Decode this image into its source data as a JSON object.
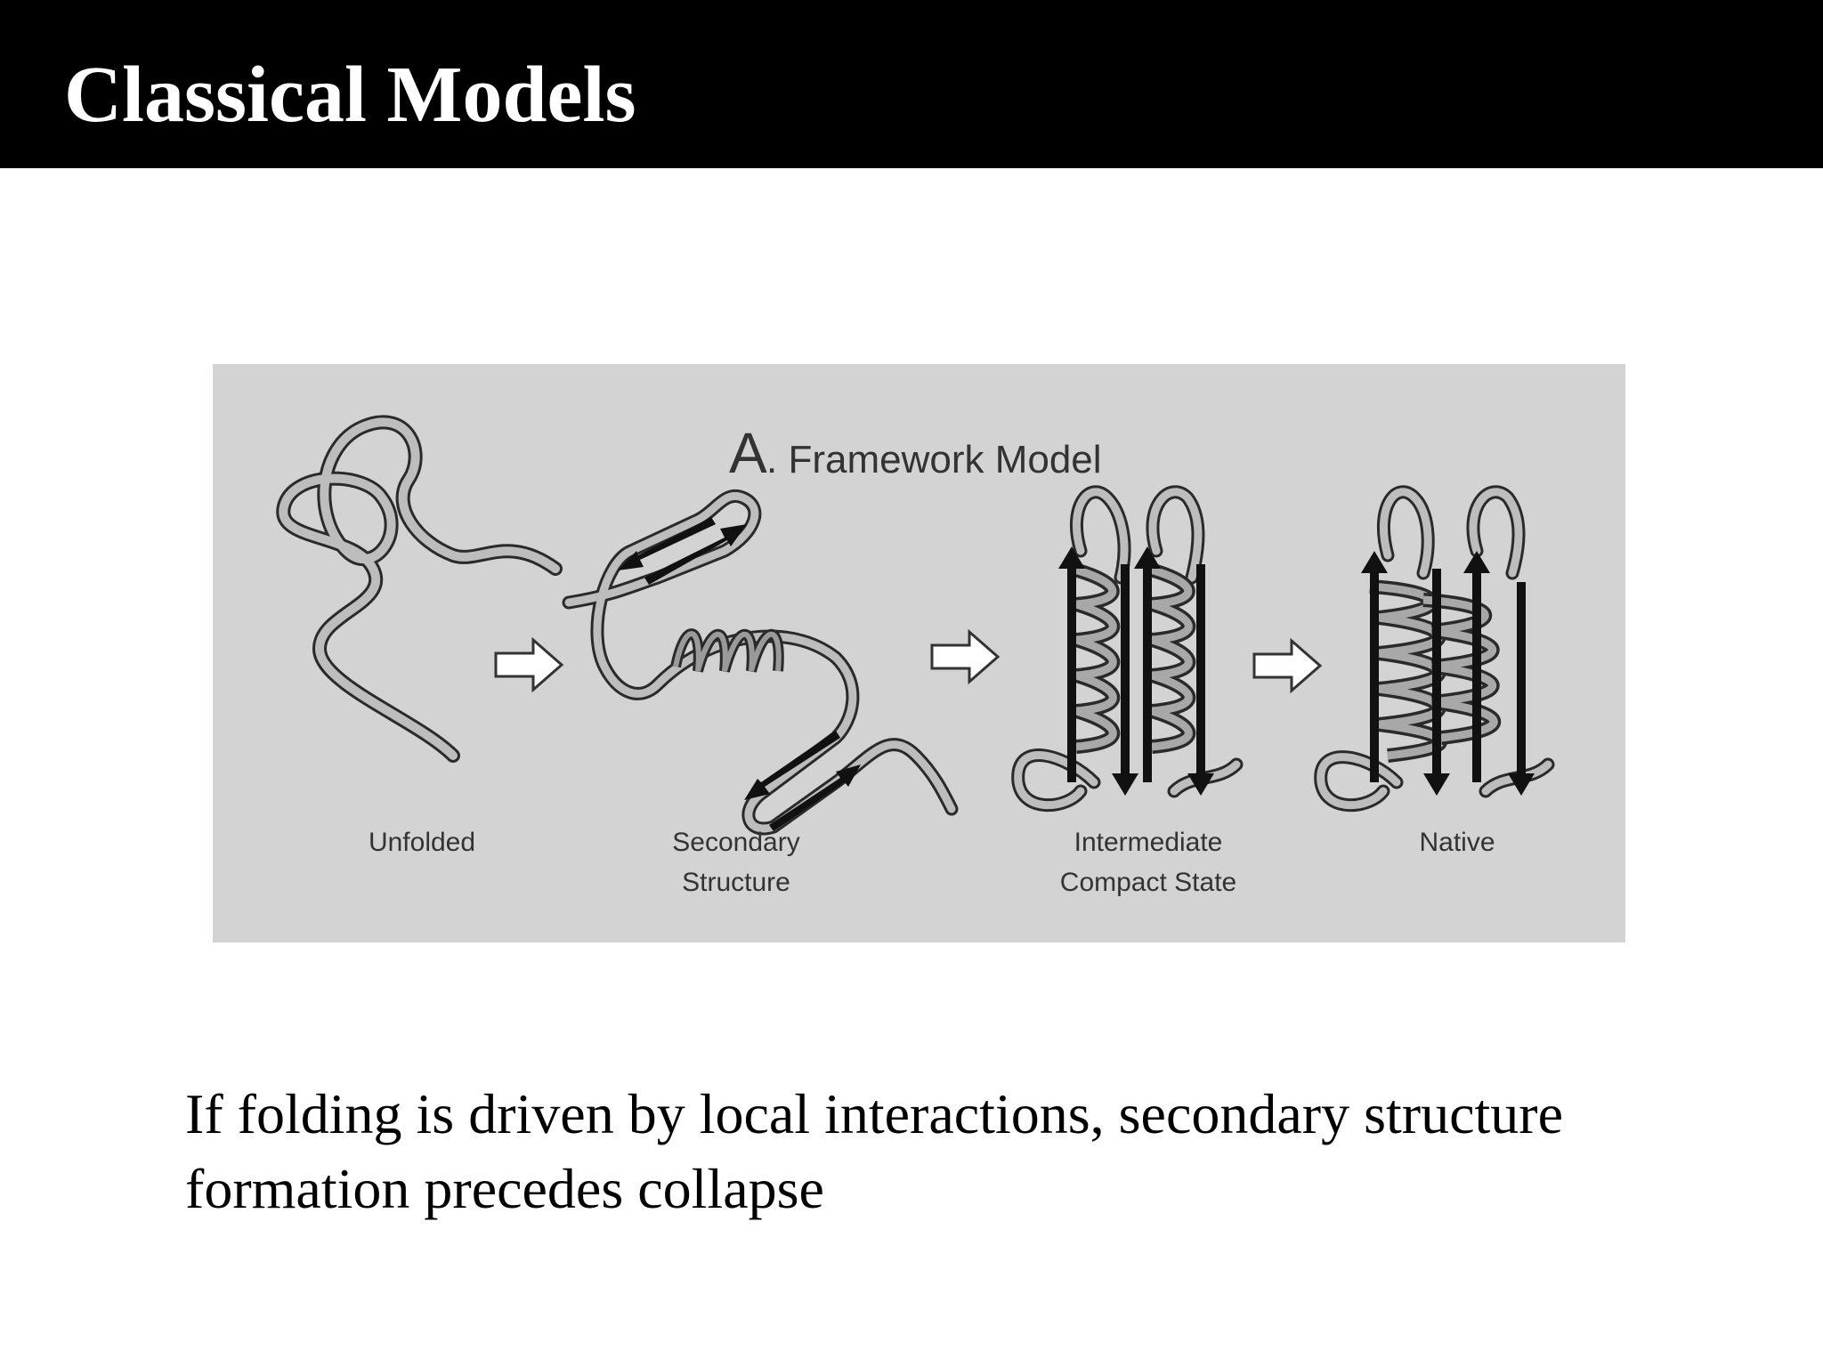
{
  "slide": {
    "title": "Classical Models",
    "body": "If folding is driven by local interactions, secondary structure formation precedes collapse"
  },
  "figure": {
    "panel_letter": "A",
    "panel_title": ". Framework Model",
    "stages": [
      {
        "line1": "Unfolded",
        "line2": ""
      },
      {
        "line1": "Secondary",
        "line2": "Structure"
      },
      {
        "line1": "Intermediate",
        "line2": "Compact State"
      },
      {
        "line1": "Native",
        "line2": ""
      }
    ],
    "colors": {
      "background": "#d3d3d3",
      "ribbon_fill": "#bdbdbd",
      "ribbon_stroke": "#2a2a2a",
      "strand_fill": "#111111",
      "arrow_fill": "#ffffff"
    }
  }
}
